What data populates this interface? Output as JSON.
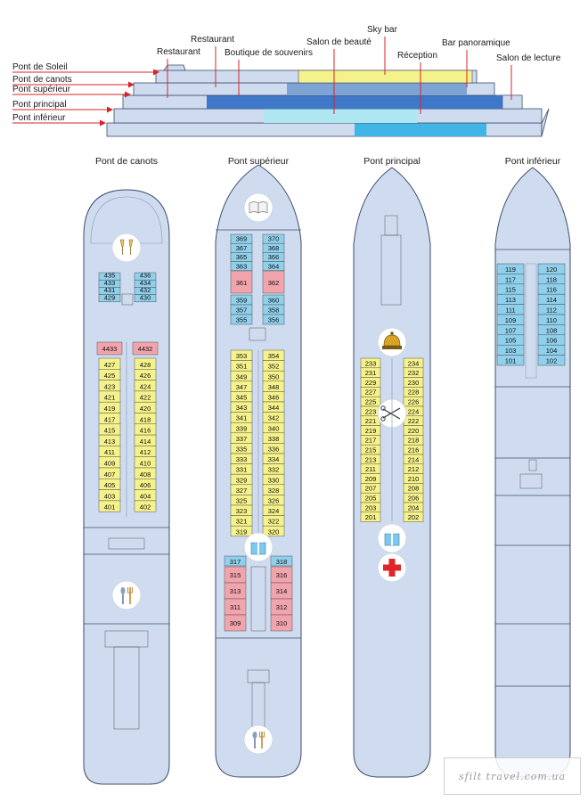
{
  "colors": {
    "hull": "#cfdcf0",
    "hull_stroke": "#3c4c6a",
    "cabin_yellow": "#f6f28a",
    "cabin_blue": "#8fd0ec",
    "cabin_pink": "#f2a4ac",
    "arrow_red": "#d8232a",
    "profile_mid": "#7ea4d6",
    "profile_dark": "#3f78c8",
    "profile_light": "#aee6f2",
    "profile_cyan": "#41b6e6"
  },
  "profile": {
    "deck_labels": [
      "Pont de Soleil",
      "Pont de canots",
      "Pont supérieur",
      "Pont principal",
      "Pont inférieur"
    ],
    "area_labels": {
      "restaurant_top": "Restaurant",
      "restaurant": "Restaurant",
      "boutique": "Boutique de souvenirs",
      "salon_beaute": "Salon de beauté",
      "sky_bar": "Sky bar",
      "reception": "Réception",
      "bar_panoramique": "Bar panoramique",
      "salon_lecture": "Salon de lecture"
    }
  },
  "decks": [
    {
      "title": "Pont de canots",
      "icons": [
        "champagne-icon",
        "restaurant-icon"
      ],
      "cabins": [
        {
          "n": "435",
          "c": "blue"
        },
        {
          "n": "436",
          "c": "blue"
        },
        {
          "n": "433",
          "c": "blue"
        },
        {
          "n": "434",
          "c": "blue"
        },
        {
          "n": "431",
          "c": "blue"
        },
        {
          "n": "432",
          "c": "blue"
        },
        {
          "n": "429",
          "c": "blue"
        },
        {
          "n": "430",
          "c": "blue"
        },
        {
          "n": "4433",
          "c": "pink"
        },
        {
          "n": "4432",
          "c": "pink"
        },
        {
          "n": "427",
          "c": "yellow"
        },
        {
          "n": "428",
          "c": "yellow"
        },
        {
          "n": "425",
          "c": "yellow"
        },
        {
          "n": "426",
          "c": "yellow"
        },
        {
          "n": "423",
          "c": "yellow"
        },
        {
          "n": "424",
          "c": "yellow"
        },
        {
          "n": "421",
          "c": "yellow"
        },
        {
          "n": "422",
          "c": "yellow"
        },
        {
          "n": "419",
          "c": "yellow"
        },
        {
          "n": "420",
          "c": "yellow"
        },
        {
          "n": "417",
          "c": "yellow"
        },
        {
          "n": "418",
          "c": "yellow"
        },
        {
          "n": "415",
          "c": "yellow"
        },
        {
          "n": "416",
          "c": "yellow"
        },
        {
          "n": "413",
          "c": "yellow"
        },
        {
          "n": "414",
          "c": "yellow"
        },
        {
          "n": "411",
          "c": "yellow"
        },
        {
          "n": "412",
          "c": "yellow"
        },
        {
          "n": "409",
          "c": "yellow"
        },
        {
          "n": "410",
          "c": "yellow"
        },
        {
          "n": "407",
          "c": "yellow"
        },
        {
          "n": "408",
          "c": "yellow"
        },
        {
          "n": "405",
          "c": "yellow"
        },
        {
          "n": "406",
          "c": "yellow"
        },
        {
          "n": "403",
          "c": "yellow"
        },
        {
          "n": "404",
          "c": "yellow"
        },
        {
          "n": "401",
          "c": "yellow"
        },
        {
          "n": "402",
          "c": "yellow"
        }
      ]
    },
    {
      "title": "Pont supérieur",
      "icons": [
        "book-icon",
        "reception-bell-icon",
        "restaurant-icon"
      ],
      "cabins": [
        {
          "n": "369",
          "c": "blue"
        },
        {
          "n": "370",
          "c": "blue"
        },
        {
          "n": "367",
          "c": "blue"
        },
        {
          "n": "368",
          "c": "blue"
        },
        {
          "n": "365",
          "c": "blue"
        },
        {
          "n": "366",
          "c": "blue"
        },
        {
          "n": "363",
          "c": "blue"
        },
        {
          "n": "364",
          "c": "blue"
        },
        {
          "n": "361",
          "c": "pink"
        },
        {
          "n": "362",
          "c": "pink"
        },
        {
          "n": "359",
          "c": "blue"
        },
        {
          "n": "360",
          "c": "blue"
        },
        {
          "n": "357",
          "c": "blue"
        },
        {
          "n": "358",
          "c": "blue"
        },
        {
          "n": "355",
          "c": "blue"
        },
        {
          "n": "356",
          "c": "blue"
        },
        {
          "n": "353",
          "c": "yellow"
        },
        {
          "n": "354",
          "c": "yellow"
        },
        {
          "n": "351",
          "c": "yellow"
        },
        {
          "n": "352",
          "c": "yellow"
        },
        {
          "n": "349",
          "c": "yellow"
        },
        {
          "n": "350",
          "c": "yellow"
        },
        {
          "n": "347",
          "c": "yellow"
        },
        {
          "n": "348",
          "c": "yellow"
        },
        {
          "n": "345",
          "c": "yellow"
        },
        {
          "n": "346",
          "c": "yellow"
        },
        {
          "n": "343",
          "c": "yellow"
        },
        {
          "n": "344",
          "c": "yellow"
        },
        {
          "n": "341",
          "c": "yellow"
        },
        {
          "n": "342",
          "c": "yellow"
        },
        {
          "n": "339",
          "c": "yellow"
        },
        {
          "n": "340",
          "c": "yellow"
        },
        {
          "n": "337",
          "c": "yellow"
        },
        {
          "n": "338",
          "c": "yellow"
        },
        {
          "n": "335",
          "c": "yellow"
        },
        {
          "n": "336",
          "c": "yellow"
        },
        {
          "n": "333",
          "c": "yellow"
        },
        {
          "n": "334",
          "c": "yellow"
        },
        {
          "n": "331",
          "c": "yellow"
        },
        {
          "n": "332",
          "c": "yellow"
        },
        {
          "n": "329",
          "c": "yellow"
        },
        {
          "n": "330",
          "c": "yellow"
        },
        {
          "n": "327",
          "c": "yellow"
        },
        {
          "n": "328",
          "c": "yellow"
        },
        {
          "n": "325",
          "c": "yellow"
        },
        {
          "n": "326",
          "c": "yellow"
        },
        {
          "n": "323",
          "c": "yellow"
        },
        {
          "n": "324",
          "c": "yellow"
        },
        {
          "n": "321",
          "c": "yellow"
        },
        {
          "n": "322",
          "c": "yellow"
        },
        {
          "n": "319",
          "c": "yellow"
        },
        {
          "n": "320",
          "c": "yellow"
        },
        {
          "n": "317",
          "c": "blue"
        },
        {
          "n": "318",
          "c": "blue"
        },
        {
          "n": "315",
          "c": "pink"
        },
        {
          "n": "316",
          "c": "pink"
        },
        {
          "n": "313",
          "c": "pink"
        },
        {
          "n": "314",
          "c": "pink"
        },
        {
          "n": "311",
          "c": "pink"
        },
        {
          "n": "312",
          "c": "pink"
        },
        {
          "n": "309",
          "c": "pink"
        },
        {
          "n": "310",
          "c": "pink"
        }
      ]
    },
    {
      "title": "Pont principal",
      "icons": [
        "reception-bell-icon",
        "hairdresser-icon",
        "gift-icon",
        "first-aid-icon"
      ],
      "cabins": [
        {
          "n": "233",
          "c": "yellow"
        },
        {
          "n": "234",
          "c": "yellow"
        },
        {
          "n": "231",
          "c": "yellow"
        },
        {
          "n": "232",
          "c": "yellow"
        },
        {
          "n": "229",
          "c": "yellow"
        },
        {
          "n": "230",
          "c": "yellow"
        },
        {
          "n": "227",
          "c": "yellow"
        },
        {
          "n": "228",
          "c": "yellow"
        },
        {
          "n": "225",
          "c": "yellow"
        },
        {
          "n": "226",
          "c": "yellow"
        },
        {
          "n": "223",
          "c": "yellow"
        },
        {
          "n": "224",
          "c": "yellow"
        },
        {
          "n": "221",
          "c": "yellow"
        },
        {
          "n": "222",
          "c": "yellow"
        },
        {
          "n": "219",
          "c": "yellow"
        },
        {
          "n": "220",
          "c": "yellow"
        },
        {
          "n": "217",
          "c": "yellow"
        },
        {
          "n": "218",
          "c": "yellow"
        },
        {
          "n": "215",
          "c": "yellow"
        },
        {
          "n": "216",
          "c": "yellow"
        },
        {
          "n": "213",
          "c": "yellow"
        },
        {
          "n": "214",
          "c": "yellow"
        },
        {
          "n": "211",
          "c": "yellow"
        },
        {
          "n": "212",
          "c": "yellow"
        },
        {
          "n": "209",
          "c": "yellow"
        },
        {
          "n": "210",
          "c": "yellow"
        },
        {
          "n": "207",
          "c": "yellow"
        },
        {
          "n": "208",
          "c": "yellow"
        },
        {
          "n": "205",
          "c": "yellow"
        },
        {
          "n": "206",
          "c": "yellow"
        },
        {
          "n": "203",
          "c": "yellow"
        },
        {
          "n": "204",
          "c": "yellow"
        },
        {
          "n": "201",
          "c": "yellow"
        },
        {
          "n": "202",
          "c": "yellow"
        }
      ]
    },
    {
      "title": "Pont inférieur",
      "icons": [],
      "cabins": [
        {
          "n": "119",
          "c": "blue"
        },
        {
          "n": "120",
          "c": "blue"
        },
        {
          "n": "117",
          "c": "blue"
        },
        {
          "n": "118",
          "c": "blue"
        },
        {
          "n": "115",
          "c": "blue"
        },
        {
          "n": "116",
          "c": "blue"
        },
        {
          "n": "113",
          "c": "blue"
        },
        {
          "n": "114",
          "c": "blue"
        },
        {
          "n": "111",
          "c": "blue"
        },
        {
          "n": "112",
          "c": "blue"
        },
        {
          "n": "109",
          "c": "blue"
        },
        {
          "n": "110",
          "c": "blue"
        },
        {
          "n": "107",
          "c": "blue"
        },
        {
          "n": "108",
          "c": "blue"
        },
        {
          "n": "105",
          "c": "blue"
        },
        {
          "n": "106",
          "c": "blue"
        },
        {
          "n": "103",
          "c": "blue"
        },
        {
          "n": "104",
          "c": "blue"
        },
        {
          "n": "101",
          "c": "blue"
        },
        {
          "n": "102",
          "c": "blue"
        }
      ]
    }
  ],
  "watermark": "sfilt travel.com.ua"
}
